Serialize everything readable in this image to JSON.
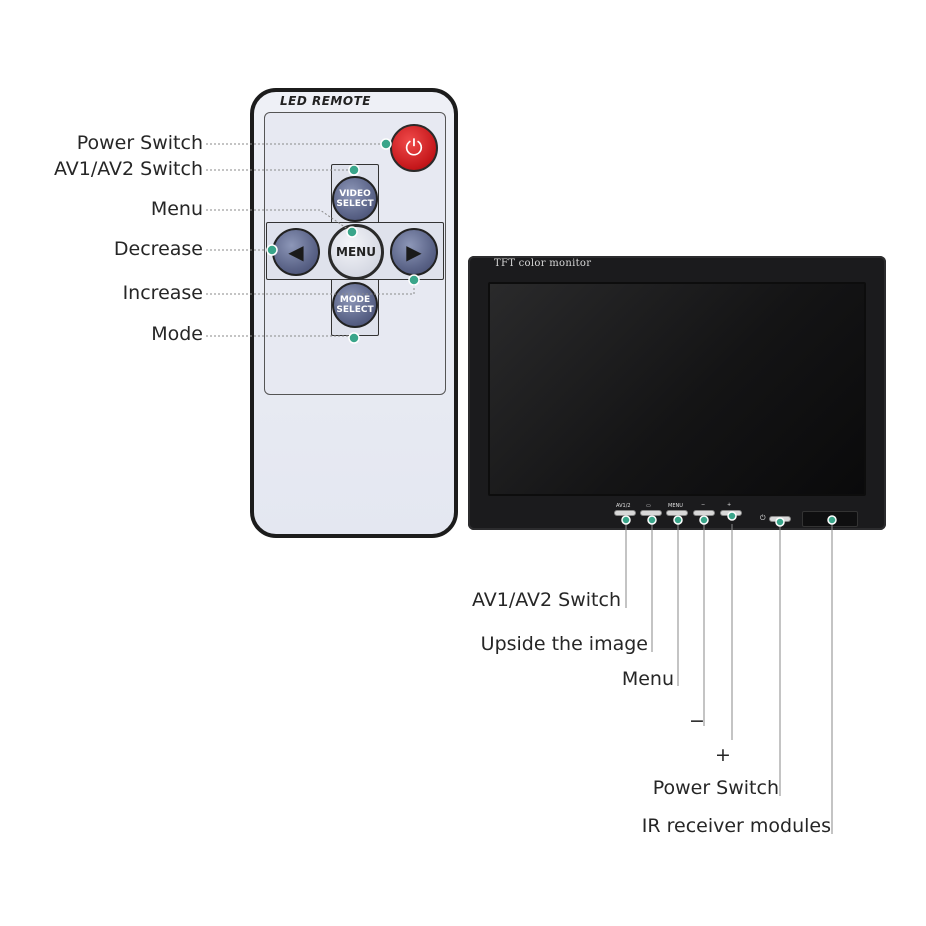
{
  "remote": {
    "title": "LED REMOTE",
    "buttons": {
      "video_select": "VIDEO\nSELECT",
      "menu": "MENU",
      "mode_select": "MODE\nSELECT",
      "left": "◀",
      "right": "▶",
      "power": "⏻"
    },
    "callouts": [
      {
        "key": "power",
        "label": "Power Switch"
      },
      {
        "key": "av",
        "label": "AV1/AV2 Switch"
      },
      {
        "key": "menu",
        "label": "Menu"
      },
      {
        "key": "decrease",
        "label": "Decrease"
      },
      {
        "key": "increase",
        "label": "Increase"
      },
      {
        "key": "mode",
        "label": "Mode"
      }
    ]
  },
  "monitor": {
    "title": "TFT color monitor",
    "button_marks": [
      "AV1/2",
      "▭",
      "MENU",
      "−",
      "+"
    ],
    "power_mark": "⏻",
    "callouts": [
      {
        "key": "av",
        "label": "AV1/AV2 Switch"
      },
      {
        "key": "flip",
        "label": "Upside the image"
      },
      {
        "key": "menu",
        "label": "Menu"
      },
      {
        "key": "minus",
        "label": "−"
      },
      {
        "key": "plus",
        "label": "+"
      },
      {
        "key": "power",
        "label": "Power Switch"
      },
      {
        "key": "ir",
        "label": "IR receiver modules"
      }
    ]
  },
  "colors": {
    "accent_dot": "#3aa58a",
    "leader_line": "#888888",
    "power_red": "#d01a1e"
  }
}
